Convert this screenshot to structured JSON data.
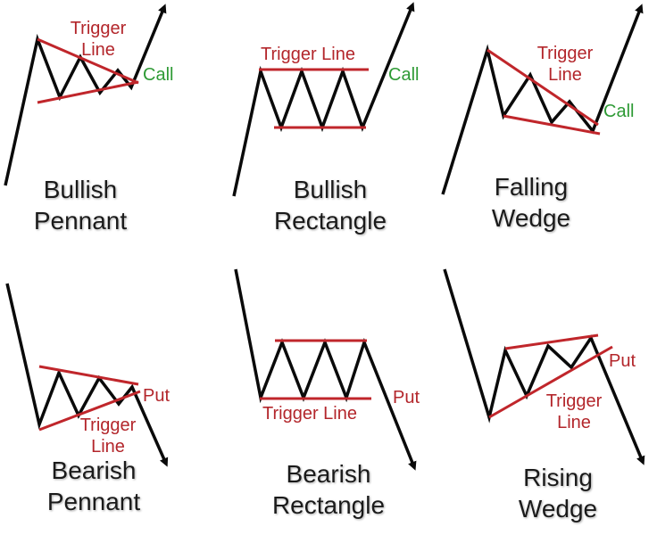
{
  "colors": {
    "price_line": "#0a0a0a",
    "trigger_line": "#c0262b",
    "trigger_text": "#b3262b",
    "call_text": "#2e9a35",
    "put_text": "#b3262b"
  },
  "patterns": [
    {
      "id": "bullish-pennant",
      "title_line1": "Bullish",
      "title_line2": "Pennant",
      "trigger_label_line1": "Trigger",
      "trigger_label_line2": "Line",
      "signal": "Call"
    },
    {
      "id": "bullish-rectangle",
      "title_line1": "Bullish",
      "title_line2": "Rectangle",
      "trigger_label": "Trigger Line",
      "signal": "Call"
    },
    {
      "id": "falling-wedge",
      "title_line1": "Falling",
      "title_line2": "Wedge",
      "trigger_label_line1": "Trigger",
      "trigger_label_line2": "Line",
      "signal": "Call"
    },
    {
      "id": "bearish-pennant",
      "title_line1": "Bearish",
      "title_line2": "Pennant",
      "trigger_label_line1": "Trigger",
      "trigger_label_line2": "Line",
      "signal": "Put"
    },
    {
      "id": "bearish-rectangle",
      "title_line1": "Bearish",
      "title_line2": "Rectangle",
      "trigger_label": "Trigger Line",
      "signal": "Put"
    },
    {
      "id": "rising-wedge",
      "title_line1": "Rising",
      "title_line2": "Wedge",
      "trigger_label_line1": "Trigger",
      "trigger_label_line2": "Line",
      "signal": "Put"
    }
  ]
}
